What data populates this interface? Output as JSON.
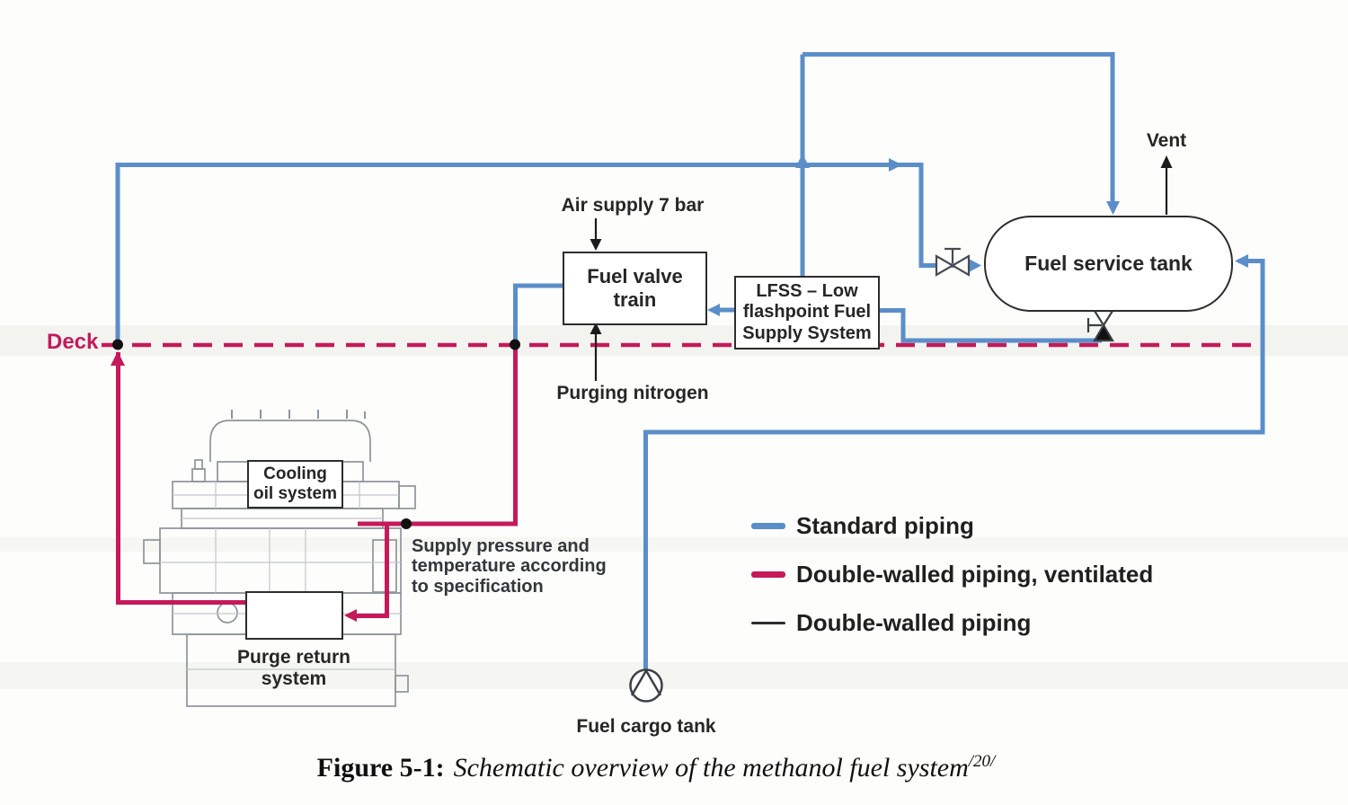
{
  "colors": {
    "standard_piping": "#5b8ec9",
    "double_walled_ventilated_piping": "#c5195a",
    "double_walled_piping": "#2e2e2e",
    "deck_line": "#c5195a",
    "engine_sketch": "#8e959b"
  },
  "deck": {
    "label": "Deck"
  },
  "nodes": {
    "fuel_valve_train": {
      "label": "Fuel valve train"
    },
    "lfss": {
      "lines": [
        "LFSS – Low",
        "flashpoint Fuel",
        "Supply System"
      ]
    },
    "fuel_service_tank": {
      "label": "Fuel service tank"
    },
    "cooling_oil_system": {
      "lines": [
        "Cooling",
        "oil system"
      ]
    },
    "purge_return_system": {
      "lines": [
        "Purge return",
        "system"
      ]
    },
    "fuel_cargo_tank": {
      "label": "Fuel cargo tank"
    }
  },
  "annotations": {
    "air_supply": "Air supply 7 bar",
    "purging_nitrogen": "Purging nitrogen",
    "vent": "Vent",
    "supply_spec": {
      "lines": [
        "Supply pressure and",
        "temperature according",
        "to specification"
      ]
    }
  },
  "legend": {
    "items": [
      {
        "label": "Standard piping",
        "color": "#5b8ec9",
        "thickness": "thick"
      },
      {
        "label": "Double-walled piping, ventilated",
        "color": "#c5195a",
        "thickness": "thick"
      },
      {
        "label": "Double-walled piping",
        "color": "#2e2e2e",
        "thickness": "thin"
      }
    ]
  },
  "caption": {
    "prefix": "Figure 5-1:",
    "text": "Schematic overview of the methanol fuel system",
    "reference": "/20/"
  }
}
